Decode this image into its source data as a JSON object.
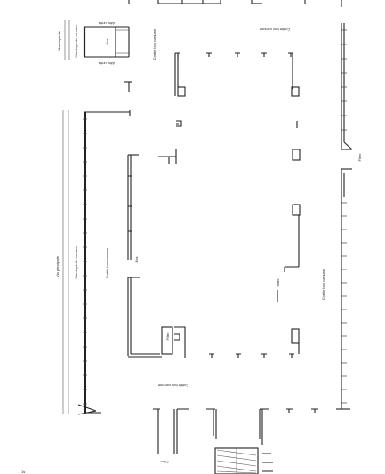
{
  "labels": {
    "via_principal": "Via principale",
    "marciapiede_top": "Marciapiede",
    "marciapiede_comune_top": "Marciapiede comune",
    "marciapiede_comune": "Marciapiede comune",
    "altra_unita_top": "Altra unità",
    "altra_unita_bottom": "Altra unità",
    "box_top": "Box",
    "cortile_top": "Cortile box comune",
    "cortile_top_right": "Cortile box comune",
    "cortile_left": "Cortile box comune",
    "cortile_right": "Cortile box comune",
    "cortile_bottom": "Cortile box comune",
    "box_left": "Box",
    "filtro_left": "Filtro",
    "filtro_mid": "Filtro",
    "filtro_right": "Filtro",
    "filtro_bottom": "Filtro",
    "corner_mark": "1s"
  },
  "colors": {
    "ink": "#222222",
    "background": "#ffffff"
  }
}
